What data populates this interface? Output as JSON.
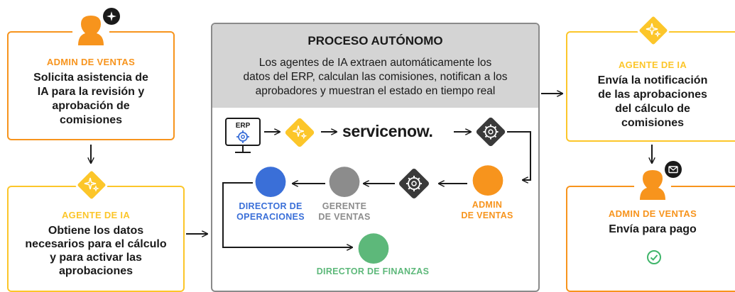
{
  "colors": {
    "orange": "#f7941d",
    "yellow": "#fcc62a",
    "blue": "#3a6fd8",
    "gray": "#8c8c8c",
    "green": "#5db87a",
    "dark_icon": "#3a3a3a",
    "arrow": "#1a1a1a"
  },
  "left_top": {
    "icon": "person-sparkle-icon",
    "role": "ADMIN DE VENTAS",
    "description": [
      "Solicita asistencia de",
      "IA para la revisión y",
      "aprobación de",
      "comisiones"
    ]
  },
  "left_bottom": {
    "icon": "ai-sparkle-diamond-icon",
    "role": "AGENTE DE IA",
    "description": [
      "Obtiene los datos",
      "necesarios para el cálculo",
      "y para activar las",
      "aprobaciones"
    ]
  },
  "process": {
    "title": "PROCESO AUTÓNOMO",
    "description": [
      "Los agentes de IA extraen automáticamente los",
      "datos del ERP, calculan las comisiones, notifican a los",
      "aprobadores y muestran el estado en tiempo real"
    ],
    "erp_label": "ERP",
    "servicenow_text": "servicenow",
    "servicenow_suffix": ".",
    "admin_label": [
      "ADMIN",
      "DE VENTAS"
    ],
    "gerente_label": [
      "GERENTE",
      "DE VENTAS"
    ],
    "director_op_label": [
      "DIRECTOR DE",
      "OPERACIONES"
    ],
    "director_fin_label": "DIRECTOR DE FINANZAS"
  },
  "right_top": {
    "icon": "ai-sparkle-diamond-icon",
    "role": "AGENTE DE IA",
    "description": [
      "Envía la notificación",
      "de las aprobaciones",
      "del cálculo de",
      "comisiones"
    ]
  },
  "right_bottom": {
    "icon": "person-mail-icon",
    "role": "ADMIN DE VENTAS",
    "description": [
      "Envía para pago"
    ],
    "status_icon": "check-circle-icon"
  }
}
